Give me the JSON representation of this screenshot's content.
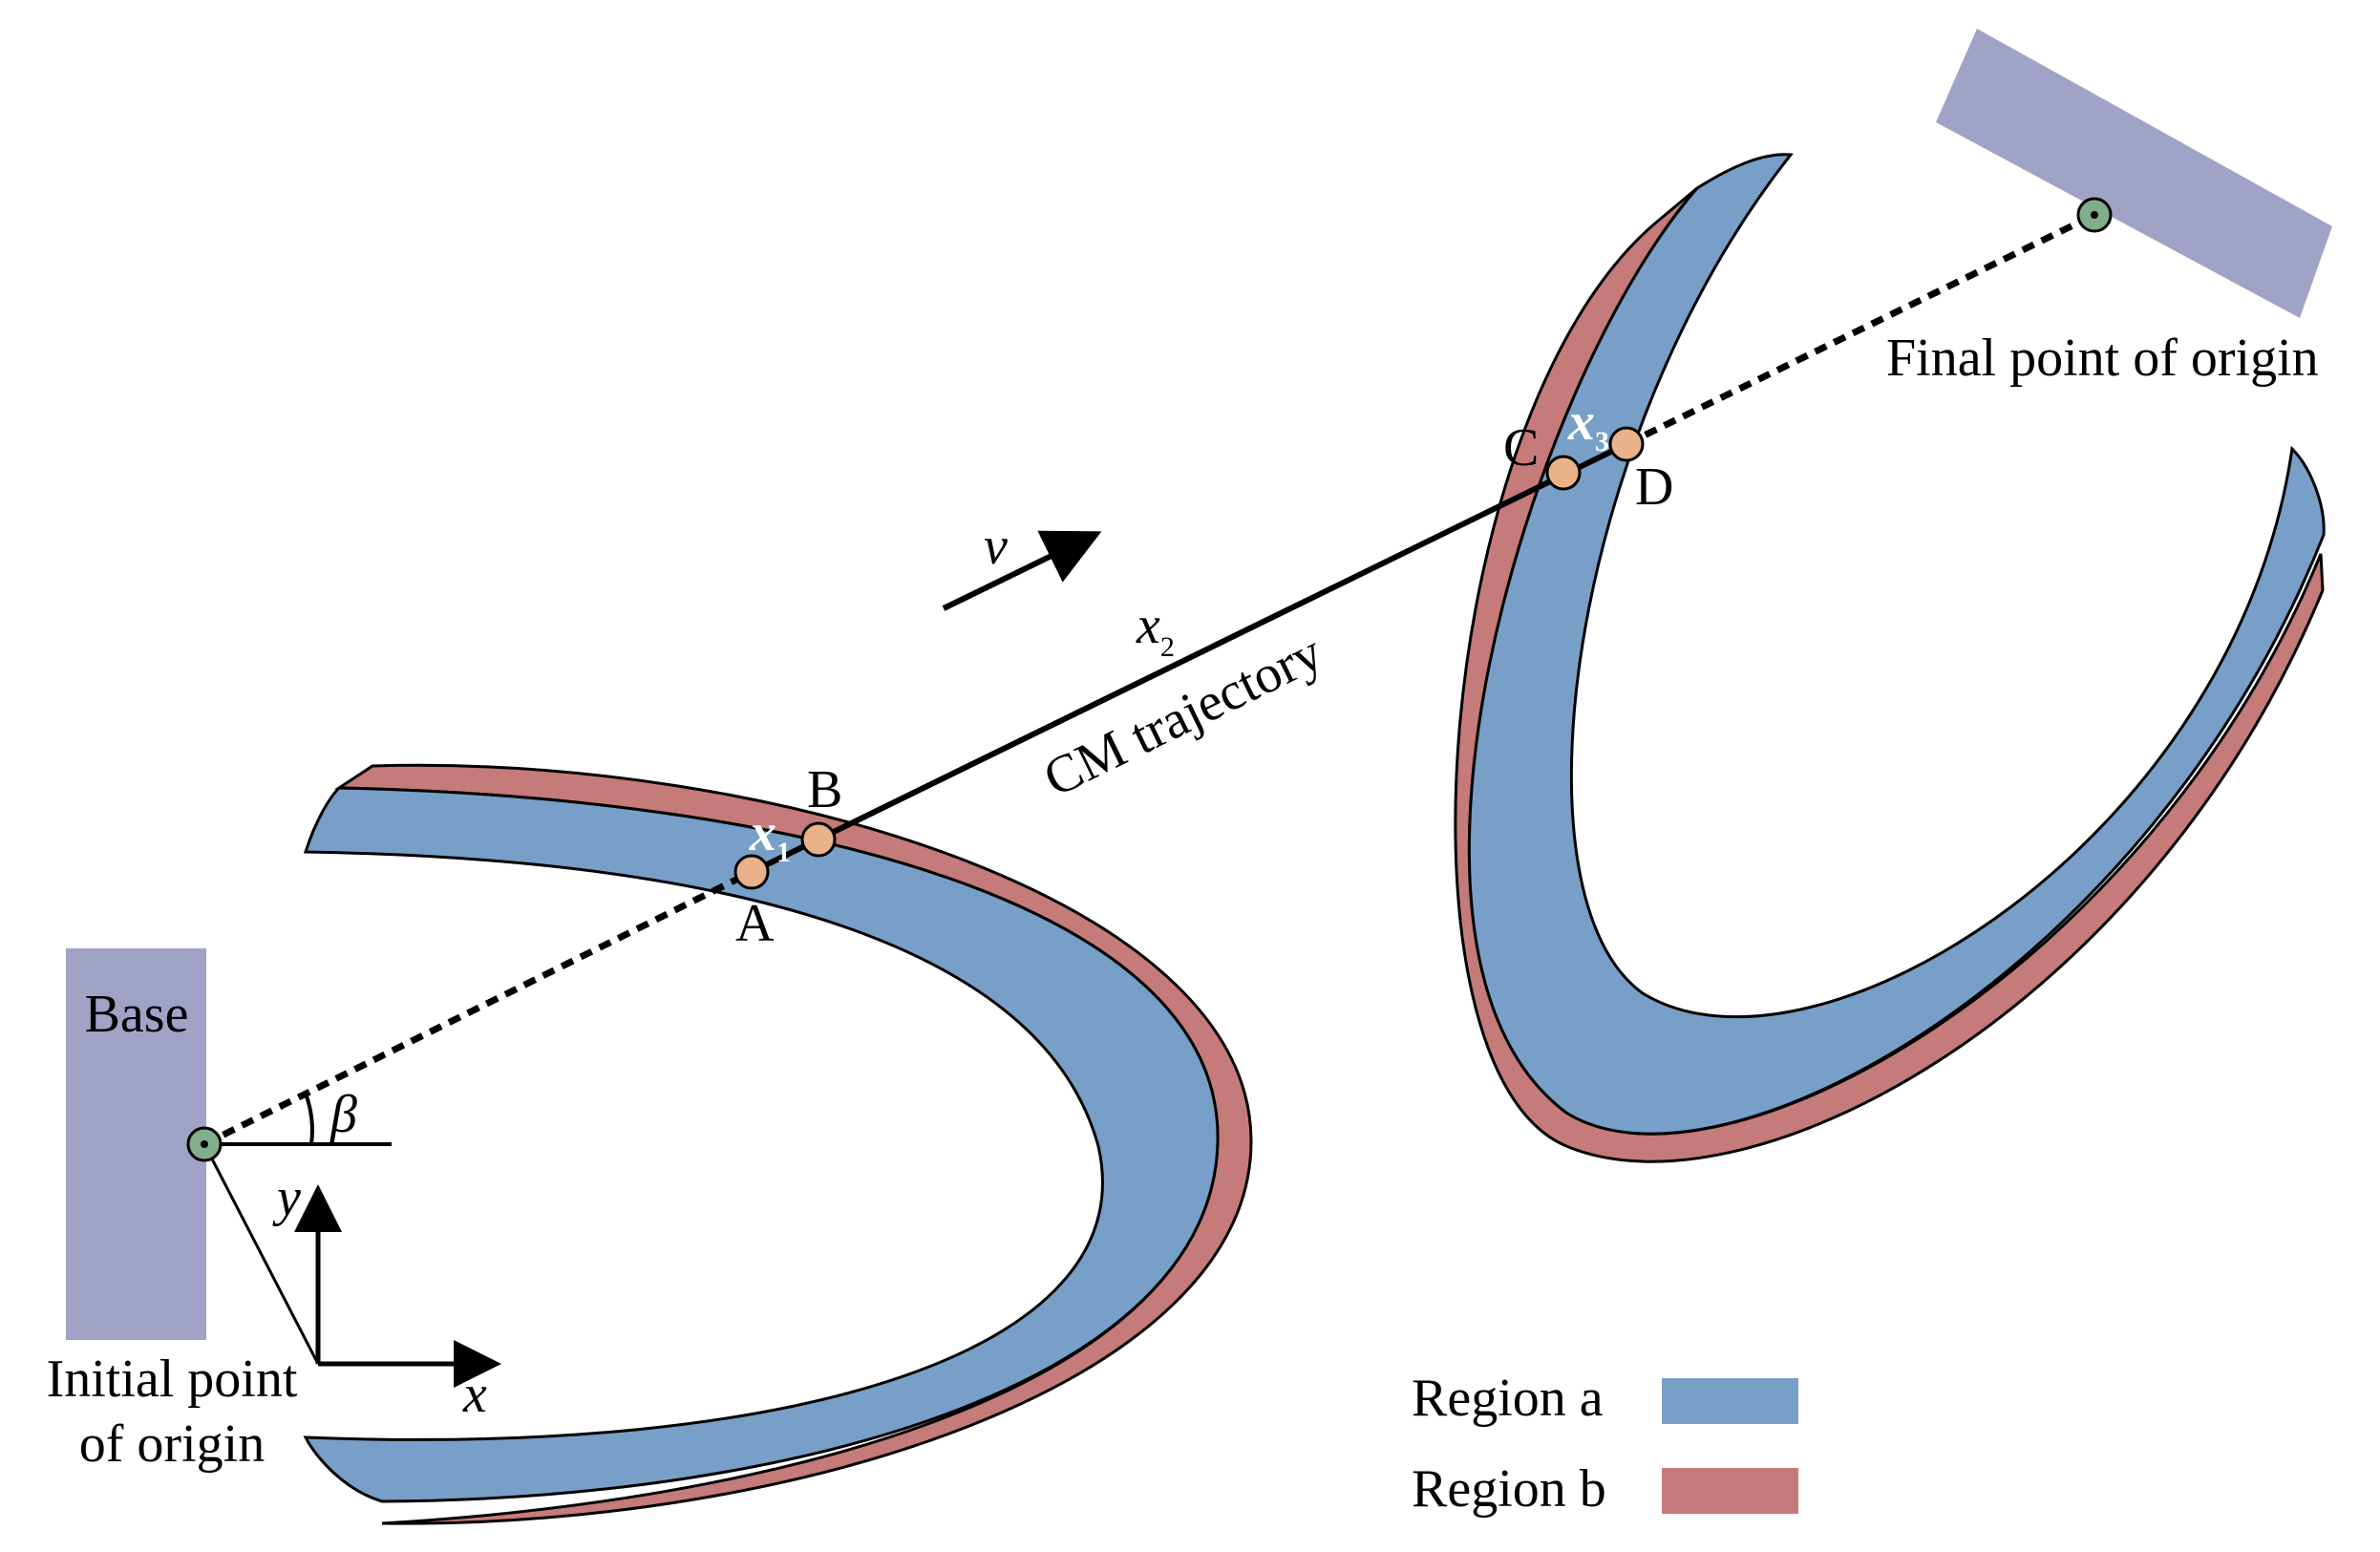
{
  "labels": {
    "base": "Base",
    "initial_line1": "Initial point",
    "initial_line2": "of origin",
    "final": "Final point of origin",
    "cm_trajectory": "CM trajectory",
    "velocity": "v",
    "angle": "β",
    "axis_x": "x",
    "axis_y": "y"
  },
  "points": {
    "A": "A",
    "B": "B",
    "C": "C",
    "D": "D"
  },
  "distances": {
    "x1_symbol": "x",
    "x1_index": "1",
    "x2_symbol": "x",
    "x2_index": "2",
    "x3_symbol": "x",
    "x3_index": "3"
  },
  "legend": [
    {
      "label": "Region a",
      "color": "#789fc7"
    },
    {
      "label": "Region b",
      "color": "#c57b7a"
    }
  ],
  "colors": {
    "region_a": "#789fc7",
    "region_b": "#c57b7a",
    "base_block": "#a0a3c6",
    "origin_point": "#82ad8b",
    "marker_point": "#e9b28a"
  }
}
